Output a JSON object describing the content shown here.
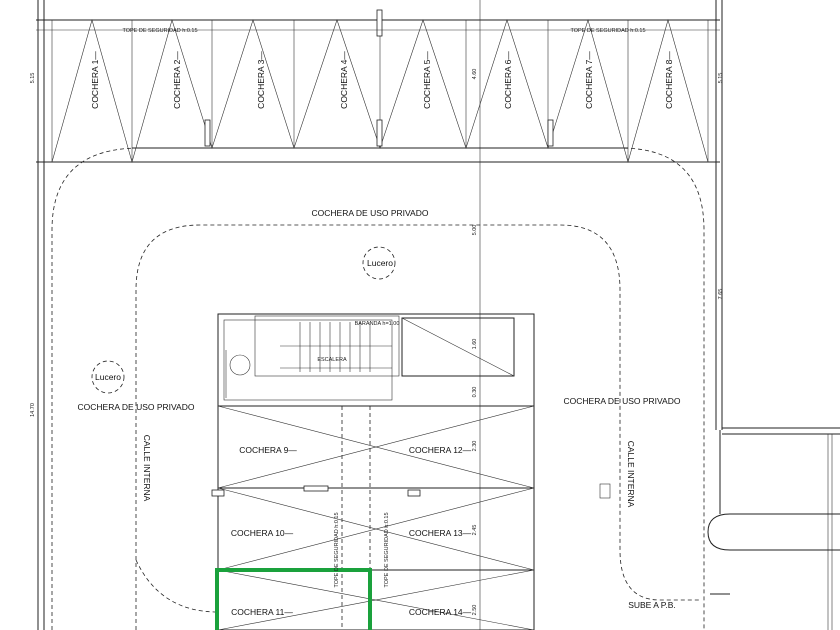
{
  "plan": {
    "top_cocheras": [
      "COCHERA 1—",
      "COCHERA 2—",
      "COCHERA 3—",
      "COCHERA 4—",
      "COCHERA 5—",
      "COCHERA 6—",
      "COCHERA 7—",
      "COCHERA 8—"
    ],
    "tope_seguridad_top": "TOPE DE SEGURIDAD h:0.15",
    "tope_seguridad_vertical": "TOPE DE SEGURIDAD h:0.15",
    "uso_privado": "COCHERA DE USO PRIVADO",
    "lucero": "Lucero",
    "calle_interna": "CALLE INTERNA",
    "center_cocheras": {
      "c9": "COCHERA 9—",
      "c10": "COCHERA 10—",
      "c11": "COCHERA 11—",
      "c12": "COCHERA 12—",
      "c13": "COCHERA 13—",
      "c14": "COCHERA 14—"
    },
    "sube": "SUBE A P.B.",
    "escalera_label": "BARANDA h=1.00",
    "escalera_sub": "ESCALERA",
    "dims": {
      "d515a": "5.15",
      "d515b": "5.15",
      "d460": "4.60",
      "d1470": "14.70",
      "d765": "7.65",
      "d500": "5.00",
      "d160": "1.60",
      "d030": "0.30",
      "d230": "2.30",
      "d245": "2.45",
      "d250": "2.50"
    }
  },
  "colors": {
    "line": "#222222",
    "highlight": "#1aa13c"
  }
}
